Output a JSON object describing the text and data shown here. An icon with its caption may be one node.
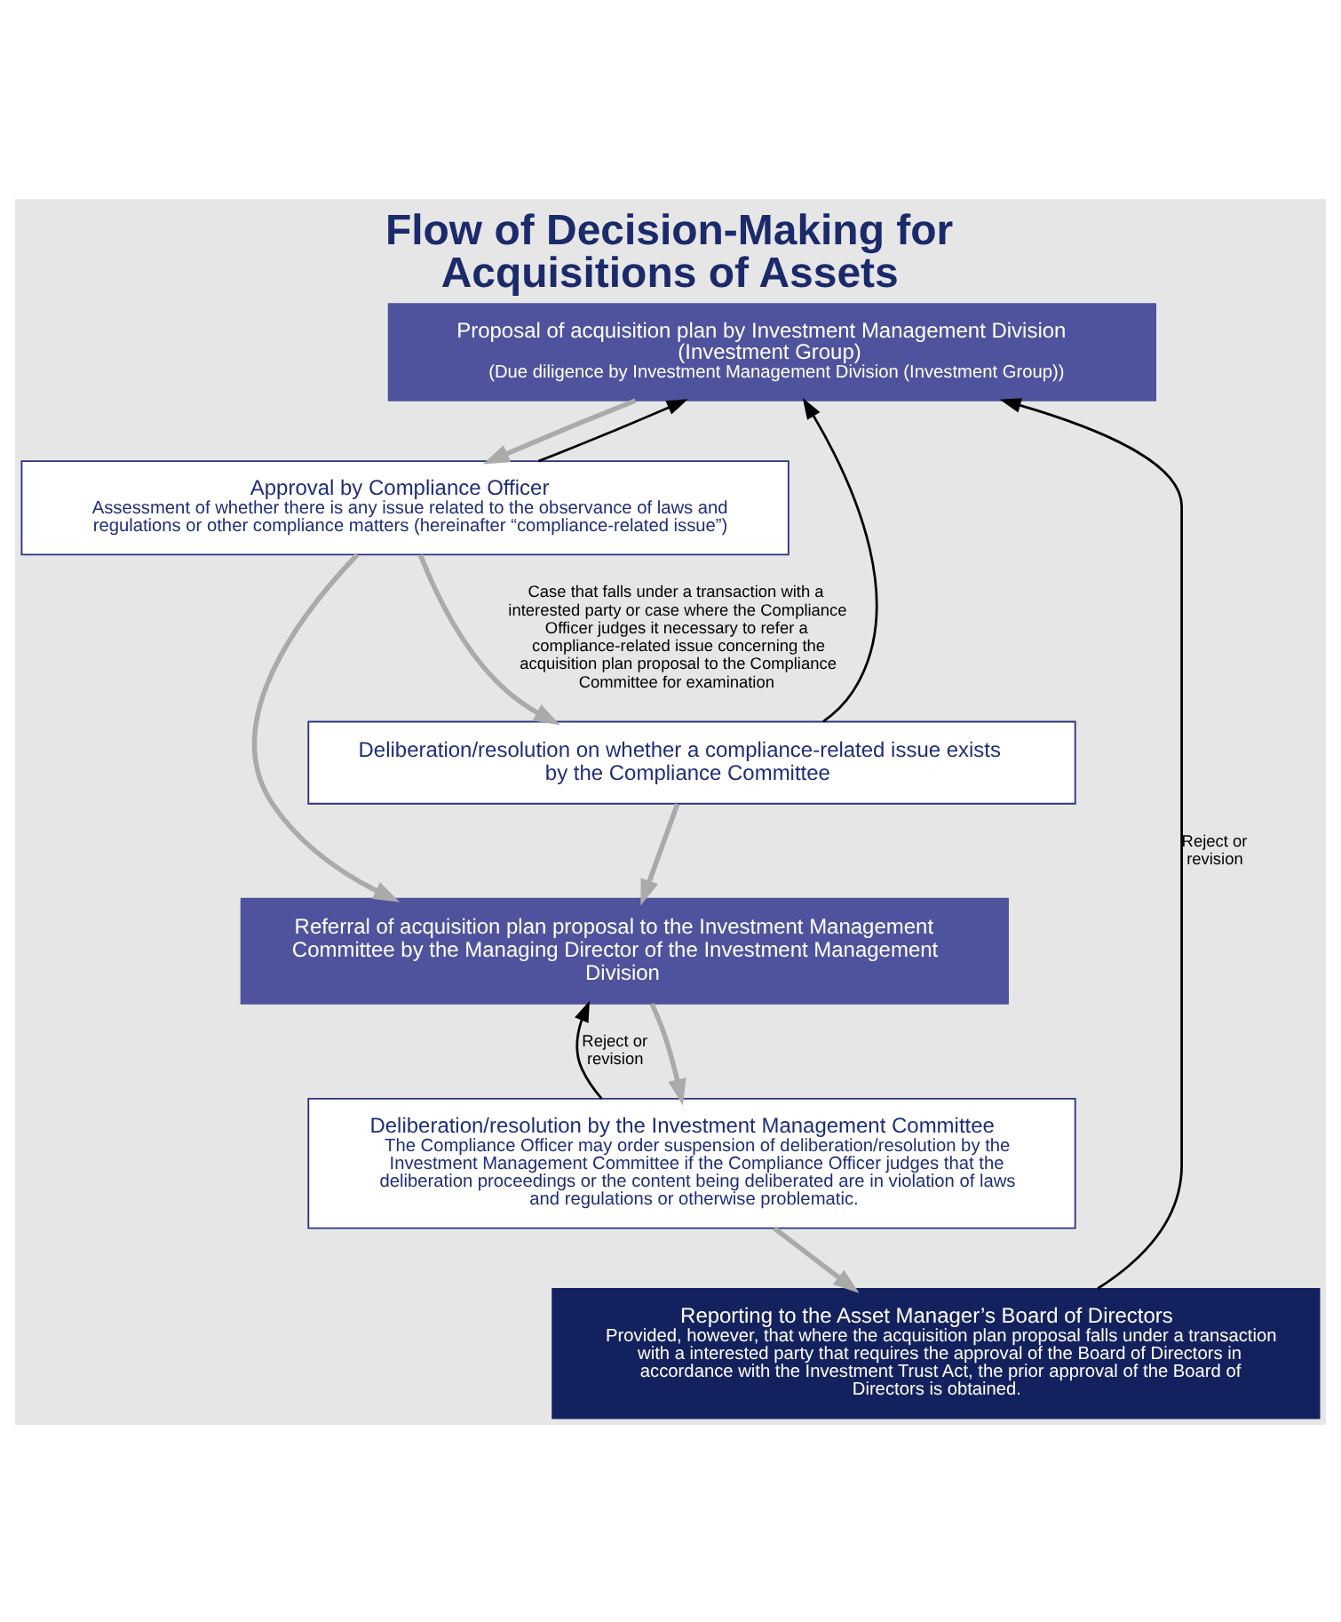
{
  "diagram": {
    "title": "Flow of Decision-Making for Acquisitions of Assets",
    "nodes": [
      {
        "text": [
          "Proposal of acquisition plan by Investment Management Division (Investment Group)",
          "(Due diligence by Investment Management Division (Investment Group))"
        ]
      },
      {
        "text": [
          "Approval by Compliance Officer",
          "Assessment of whether there is any issue related to the observance of laws and regulations or other compliance matters (hereinafter “compliance-related issue”)"
        ]
      },
      {
        "text": [
          "Deliberation/resolution on whether a compliance-related issue exists by the Compliance Committee"
        ]
      },
      {
        "text": [
          "Referral of acquisition plan proposal to the Investment Management Committee by the Managing Director of the Investment Management Division"
        ]
      },
      {
        "text": [
          "Deliberation/resolution by the Investment Management Committee",
          "The Compliance Officer may order suspension of deliberation/resolution by the Investment Management Committee if the Compliance Officer judges that the deliberation proceedings or the content being deliberated are in violation of laws and regulations or otherwise problematic."
        ]
      },
      {
        "text": [
          "Reporting to the Asset Manager’s Board of Directors",
          "Provided, however, that where the acquisition plan proposal falls under a transaction with a interested party that requires the approval of the Board of Directors in accordance with the Investment Trust Act, the prior approval of the Board of Directors is obtained."
        ]
      }
    ],
    "edges": [
      {
        "from": 0,
        "to": 1,
        "arrow": "to"
      },
      {
        "from": 1,
        "to": 2,
        "arrow": "to",
        "label": "Case that falls under a transaction with a interested party or case where the Compliance Officer judges it necessary to refer a compliance-related issue concerning the acquisition plan proposal to the Compliance Committee for examination"
      },
      {
        "from": 1,
        "to": 3,
        "arrow": "to"
      },
      {
        "from": 2,
        "to": 3,
        "arrow": "to"
      },
      {
        "from": 3,
        "to": 4,
        "arrow": "to"
      },
      {
        "from": 5,
        "to": 0,
        "arrow": "to",
        "label": "Reject or revision",
        "color": "#000000"
      },
      {
        "from": 4,
        "to": 5,
        "arrow": "to"
      },
      {
        "from": 1,
        "to": 0,
        "arrow": "to",
        "color": "#000000"
      },
      {
        "from": 2,
        "to": 0,
        "arrow": "to",
        "color": "#000000"
      },
      {
        "from": 4,
        "to": 3,
        "arrow": "to",
        "label": "Reject or revision",
        "color": "#000000"
      }
    ]
  }
}
